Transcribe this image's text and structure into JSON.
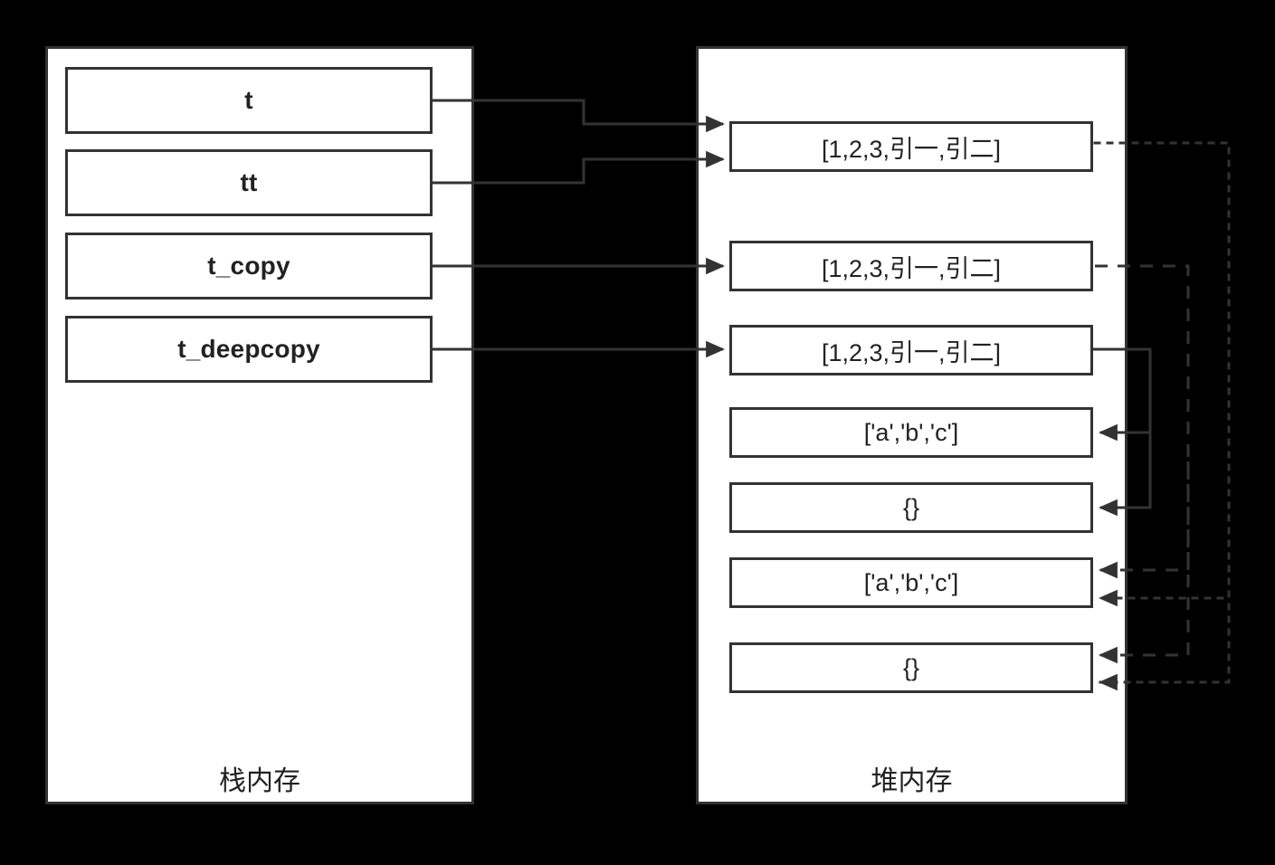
{
  "diagram": {
    "title": "Python shallow copy vs deep copy memory layout",
    "background_color": "#000000",
    "panel_fill": "#ffffff",
    "stroke_color": "#333333"
  },
  "stack": {
    "label": "栈内存",
    "items": [
      {
        "name": "t",
        "label": "t"
      },
      {
        "name": "tt",
        "label": "tt"
      },
      {
        "name": "t_copy",
        "label": "t_copy"
      },
      {
        "name": "t_deepcopy",
        "label": "t_deepcopy"
      }
    ]
  },
  "heap": {
    "label": "堆内存",
    "items": [
      {
        "name": "list-original",
        "label": "[1,2,3,引一,引二]"
      },
      {
        "name": "list-shallow-copy",
        "label": "[1,2,3,引一,引二]"
      },
      {
        "name": "list-deep-copy",
        "label": "[1,2,3,引一,引二]"
      },
      {
        "name": "inner-list-deep",
        "label": "['a','b','c']"
      },
      {
        "name": "inner-dict-deep",
        "label": "{}"
      },
      {
        "name": "inner-list-shared",
        "label": "['a','b','c']"
      },
      {
        "name": "inner-dict-shared",
        "label": "{}"
      }
    ]
  },
  "connections": [
    {
      "name": "t-to-list-original",
      "style": "solid",
      "from": "t",
      "to": "list-original"
    },
    {
      "name": "tt-to-list-original",
      "style": "solid",
      "from": "tt",
      "to": "list-original"
    },
    {
      "name": "t_copy-to-list-shallow-copy",
      "style": "solid",
      "from": "t_copy",
      "to": "list-shallow-copy"
    },
    {
      "name": "t_deepcopy-to-list-deep-copy",
      "style": "solid",
      "from": "t_deepcopy",
      "to": "list-deep-copy"
    },
    {
      "name": "deep-list-to-inner-list",
      "style": "solid",
      "from": "list-deep-copy",
      "to": "inner-list-deep"
    },
    {
      "name": "deep-list-to-inner-dict",
      "style": "solid",
      "from": "list-deep-copy",
      "to": "inner-dict-deep"
    },
    {
      "name": "shallow-list-to-shared-list",
      "style": "dashed",
      "from": "list-shallow-copy",
      "to": "inner-list-shared"
    },
    {
      "name": "shallow-list-to-shared-dict",
      "style": "dashed",
      "from": "list-shallow-copy",
      "to": "inner-dict-shared"
    },
    {
      "name": "original-list-to-shared-list",
      "style": "dotted",
      "from": "list-original",
      "to": "inner-list-shared"
    },
    {
      "name": "original-list-to-shared-dict",
      "style": "dotted",
      "from": "list-original",
      "to": "inner-dict-shared"
    }
  ]
}
